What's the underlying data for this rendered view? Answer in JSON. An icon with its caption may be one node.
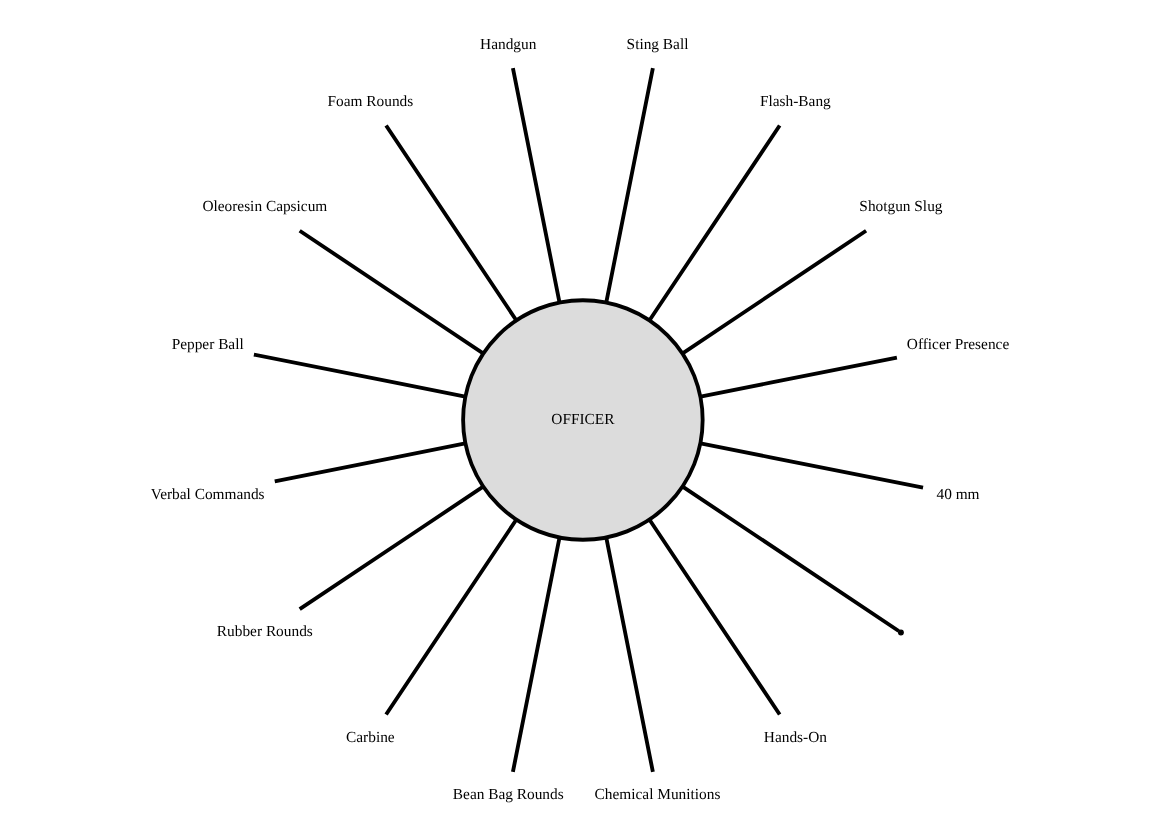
{
  "diagram": {
    "nodes": [
      {
        "text": [
          "OFFICER"
        ]
      },
      {
        "text": [
          "Officer Presence"
        ]
      },
      {
        "text": [
          "Shotgun Slug"
        ]
      },
      {
        "text": [
          "Flash-Bang"
        ]
      },
      {
        "text": [
          "Sting Ball"
        ]
      },
      {
        "text": [
          "Handgun"
        ]
      },
      {
        "text": [
          "Foam Rounds"
        ]
      },
      {
        "text": [
          "Oleoresin Capsicum"
        ]
      },
      {
        "text": [
          "Pepper Ball"
        ]
      },
      {
        "text": [
          "Verbal Commands"
        ]
      },
      {
        "text": [
          "Rubber Rounds"
        ]
      },
      {
        "text": [
          "Carbine"
        ]
      },
      {
        "text": [
          "Bean Bag Rounds"
        ]
      },
      {
        "text": [
          "Chemical Munitions"
        ]
      },
      {
        "text": [
          "Hands-On"
        ]
      },
      {
        "text": [],
        "shape": "point"
      },
      {
        "text": [
          "40 mm"
        ]
      }
    ],
    "edges": [
      {
        "from": 0,
        "to": 1,
        "arrow": "none"
      },
      {
        "from": 0,
        "to": 2,
        "arrow": "none"
      },
      {
        "from": 0,
        "to": 3,
        "arrow": "none"
      },
      {
        "from": 0,
        "to": 4,
        "arrow": "none"
      },
      {
        "from": 0,
        "to": 5,
        "arrow": "none"
      },
      {
        "from": 0,
        "to": 6,
        "arrow": "none"
      },
      {
        "from": 0,
        "to": 7,
        "arrow": "none"
      },
      {
        "from": 0,
        "to": 8,
        "arrow": "none"
      },
      {
        "from": 0,
        "to": 9,
        "arrow": "none"
      },
      {
        "from": 0,
        "to": 10,
        "arrow": "none"
      },
      {
        "from": 0,
        "to": 11,
        "arrow": "none"
      },
      {
        "from": 0,
        "to": 12,
        "arrow": "none"
      },
      {
        "from": 0,
        "to": 13,
        "arrow": "none"
      },
      {
        "from": 0,
        "to": 14,
        "arrow": "none"
      },
      {
        "from": 0,
        "to": 15,
        "arrow": "none"
      },
      {
        "from": 0,
        "to": 16,
        "arrow": "none"
      }
    ]
  }
}
